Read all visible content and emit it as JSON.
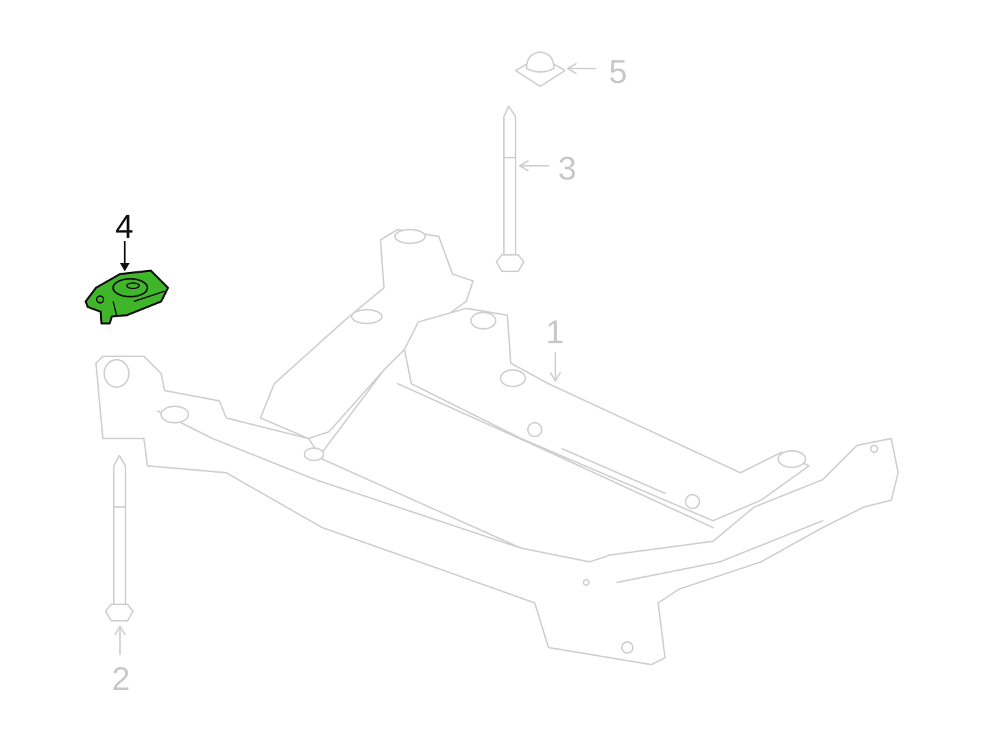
{
  "diagram": {
    "highlight_color": "#3fb62a",
    "line_color": "#cfcfcf",
    "callouts": [
      {
        "id": "1",
        "label": "1",
        "part": "subframe"
      },
      {
        "id": "2",
        "label": "2",
        "part": "lower-bolt"
      },
      {
        "id": "3",
        "label": "3",
        "part": "upper-bolt"
      },
      {
        "id": "4",
        "label": "4",
        "part": "mount-bracket",
        "highlighted": true
      },
      {
        "id": "5",
        "label": "5",
        "part": "cap"
      }
    ]
  }
}
